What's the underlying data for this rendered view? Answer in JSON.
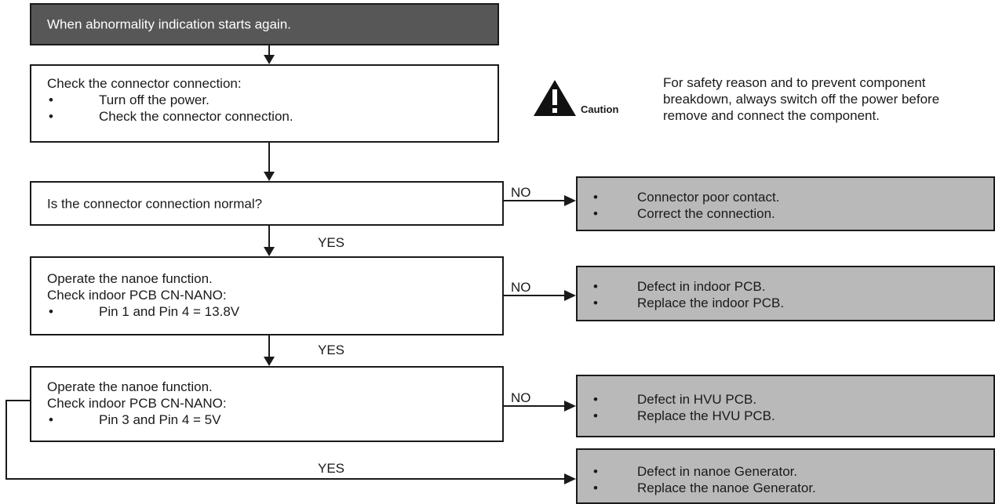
{
  "start_box": {
    "text": "When abnormality indication starts again."
  },
  "check_connector": {
    "title": "Check the connector connection:",
    "bullets": [
      "Turn off the power.",
      "Check the connector connection."
    ]
  },
  "caution": {
    "label": "Caution",
    "text": "For safety reason and to prevent component breakdown, always switch off the power before remove and connect the component."
  },
  "question_1": {
    "text": "Is the connector connection normal?"
  },
  "result_1": {
    "bullets": [
      "Connector poor contact.",
      "Correct the connection."
    ]
  },
  "step_2": {
    "lines": [
      "Operate the nanoe function.",
      "Check indoor PCB CN-NANO:"
    ],
    "bullet": "Pin 1 and Pin 4 = 13.8V"
  },
  "result_2": {
    "bullets": [
      "Defect in indoor PCB.",
      "Replace the indoor PCB."
    ]
  },
  "step_3": {
    "lines": [
      "Operate the nanoe function.",
      "Check indoor PCB CN-NANO:"
    ],
    "bullet": "Pin 3 and Pin 4 = 5V"
  },
  "result_3": {
    "bullets": [
      "Defect in HVU PCB.",
      "Replace the HVU PCB."
    ]
  },
  "result_4": {
    "bullets": [
      "Defect in nanoe Generator.",
      "Replace the nanoe Generator."
    ]
  },
  "edge_labels": {
    "yes": "YES",
    "no": "NO"
  },
  "colors": {
    "line": "#1a1a1a",
    "start_fill": "#575757",
    "result_fill": "#b9b9b9"
  }
}
